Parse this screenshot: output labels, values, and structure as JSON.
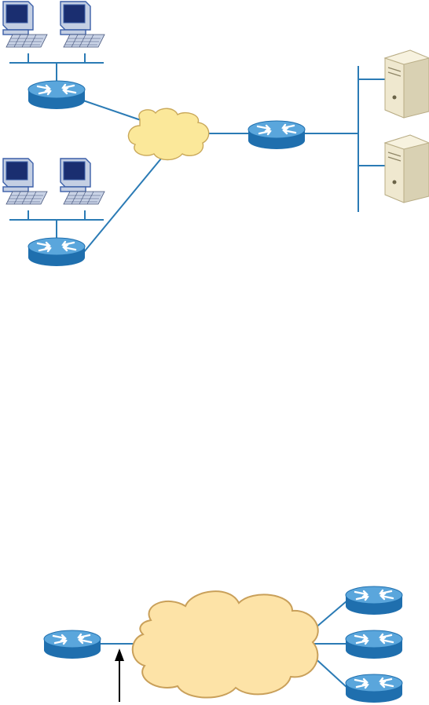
{
  "colors": {
    "link": "#2b7bb5",
    "router_top": "#5aa6dc",
    "router_body": "#1f6fae",
    "router_arrow": "#ffffff",
    "cloud_fill": "#fbe89a",
    "cloud_stroke": "#c9a85a",
    "cloud_large_fill": "#fde3a7",
    "cloud_large_stroke": "#c9a05a",
    "pc_monitor": "#3b5fa8",
    "pc_screen": "#1a2e70",
    "server_fill": "#efe8cf",
    "server_stroke": "#b9ad86",
    "arrow": "#000000"
  },
  "icons": {
    "router": "router-icon",
    "pc": "workstation-icon",
    "server": "server-icon",
    "cloud": "cloud-icon"
  },
  "diagrams": {
    "top": {
      "lans": 2,
      "pcs_per_lan": 2,
      "servers": 2,
      "wan_routers": 1
    },
    "bottom": {
      "hub_routers": 1,
      "remote_routers": 3,
      "has_arrow": true
    }
  }
}
